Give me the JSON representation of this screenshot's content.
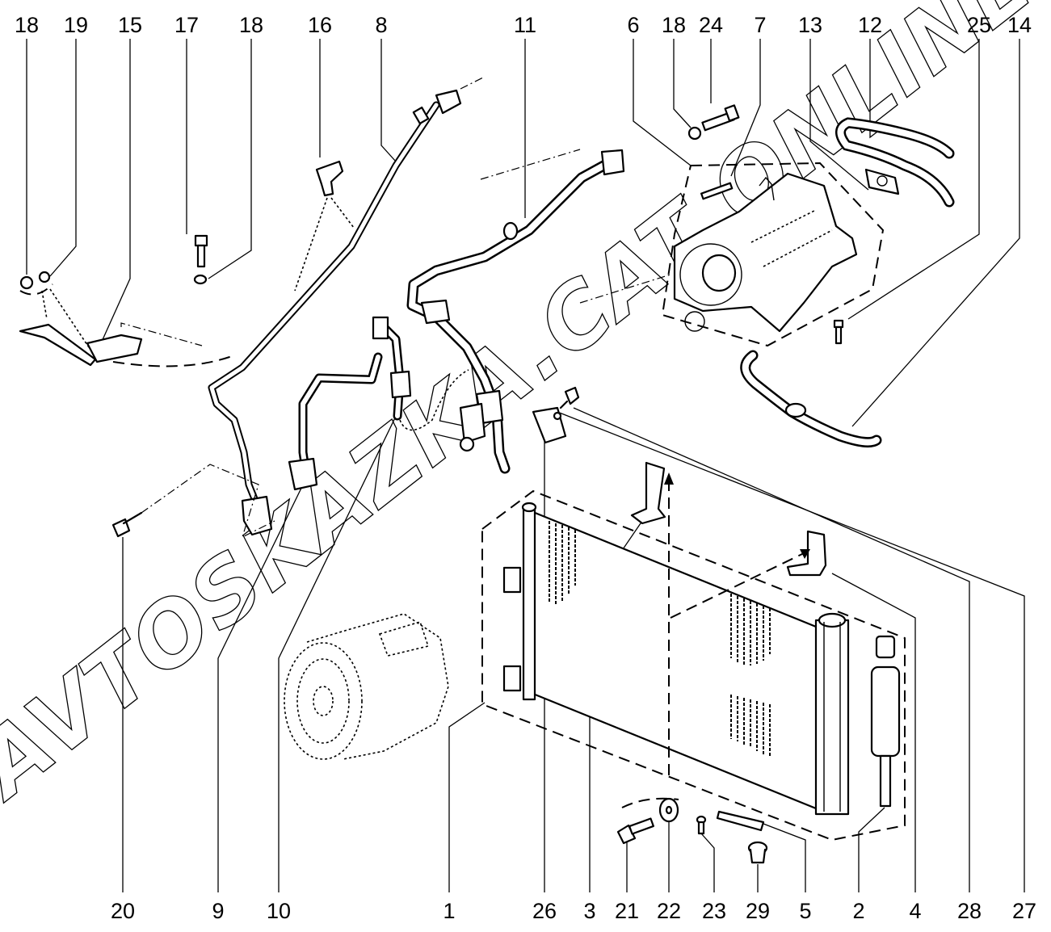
{
  "diagram": {
    "title": "Air conditioning circuit exploded view",
    "watermark": "AVTOSKAZKA.CAT ONLINE",
    "line_color": "#000000",
    "background": "#ffffff"
  },
  "callouts_top": [
    {
      "label": "18",
      "part": "nut"
    },
    {
      "label": "19",
      "part": "nut"
    },
    {
      "label": "15",
      "part": "bracket"
    },
    {
      "label": "17",
      "part": "bolt"
    },
    {
      "label": "18",
      "part": "nut"
    },
    {
      "label": "16",
      "part": "pressure-switch"
    },
    {
      "label": "8",
      "part": "pipe"
    },
    {
      "label": "11",
      "part": "pipe"
    },
    {
      "label": "6",
      "part": "heater-unit"
    },
    {
      "label": "18",
      "part": "nut"
    },
    {
      "label": "24",
      "part": "bolt"
    },
    {
      "label": "7",
      "part": "screw"
    },
    {
      "label": "13",
      "part": "clip"
    },
    {
      "label": "12",
      "part": "hose"
    },
    {
      "label": "25",
      "part": "screw"
    },
    {
      "label": "14",
      "part": "hose"
    }
  ],
  "callouts_bottom": [
    {
      "label": "20",
      "part": "bolt"
    },
    {
      "label": "9",
      "part": "pipe"
    },
    {
      "label": "10",
      "part": "compressor"
    },
    {
      "label": "1",
      "part": "condenser"
    },
    {
      "label": "26",
      "part": "bracket"
    },
    {
      "label": "3",
      "part": "bracket"
    },
    {
      "label": "21",
      "part": "bolt"
    },
    {
      "label": "22",
      "part": "washer"
    },
    {
      "label": "23",
      "part": "screw"
    },
    {
      "label": "29",
      "part": "cap"
    },
    {
      "label": "5",
      "part": "bracket"
    },
    {
      "label": "2",
      "part": "dehydrator"
    },
    {
      "label": "4",
      "part": "bracket"
    },
    {
      "label": "28",
      "part": "bolt"
    },
    {
      "label": "27",
      "part": "bracket"
    }
  ]
}
